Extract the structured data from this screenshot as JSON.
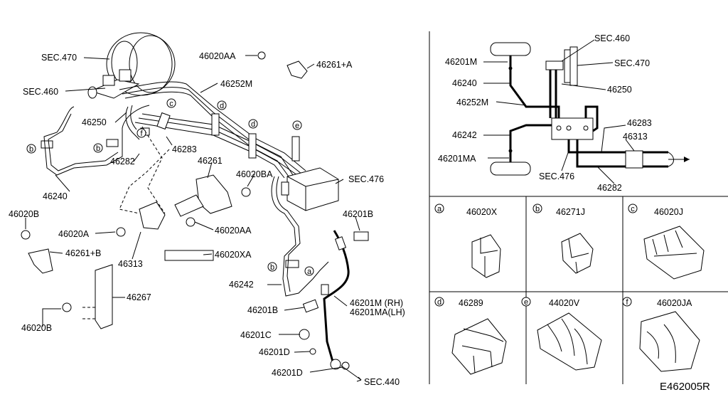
{
  "main_labels": {
    "sec470": "SEC.470",
    "sec460": "SEC.460",
    "p46250": "46250",
    "p46240": "46240",
    "p46252m": "46252M",
    "p46020aa_top": "46020AA",
    "p46261a": "46261+A",
    "p46283": "46283",
    "p46282": "46282",
    "p46261": "46261",
    "p46020ba": "46020BA",
    "sec476": "SEC.476",
    "p46020b_left": "46020B",
    "p46020a": "46020A",
    "p46261b": "46261+B",
    "p46313": "46313",
    "p46020aa_mid": "46020AA",
    "p46020xa": "46020XA",
    "p46267": "46267",
    "p46020b_bottom": "46020B",
    "p46242": "46242",
    "p46201b_top": "46201B",
    "p46201b_bottom": "46201B",
    "p46201m_rh": "46201M (RH)",
    "p46201ma_lh": "46201MA(LH)",
    "p46201c": "46201C",
    "p46201d_1": "46201D",
    "p46201d_2": "46201D",
    "sec440": "SEC.440"
  },
  "clip_letters": {
    "a": "a",
    "b": "b",
    "c": "c",
    "d": "d",
    "e": "e",
    "f": "f"
  },
  "schematic": {
    "sec460": "SEC.460",
    "p46201m": "46201M",
    "sec470": "SEC.470",
    "p46240": "46240",
    "p46250": "46250",
    "p46252m": "46252M",
    "p46283": "46283",
    "p46313": "46313",
    "p46242": "46242",
    "p46201ma": "46201MA",
    "sec476": "SEC.476",
    "p46282": "46282"
  },
  "clip_panels": [
    {
      "letter": "a",
      "part": "46020X"
    },
    {
      "letter": "b",
      "part": "46271J"
    },
    {
      "letter": "c",
      "part": "46020J"
    },
    {
      "letter": "d",
      "part": "46289"
    },
    {
      "letter": "e",
      "part": "44020V"
    },
    {
      "letter": "f",
      "part": "46020JA"
    }
  ],
  "diagram_code": "E462005R"
}
